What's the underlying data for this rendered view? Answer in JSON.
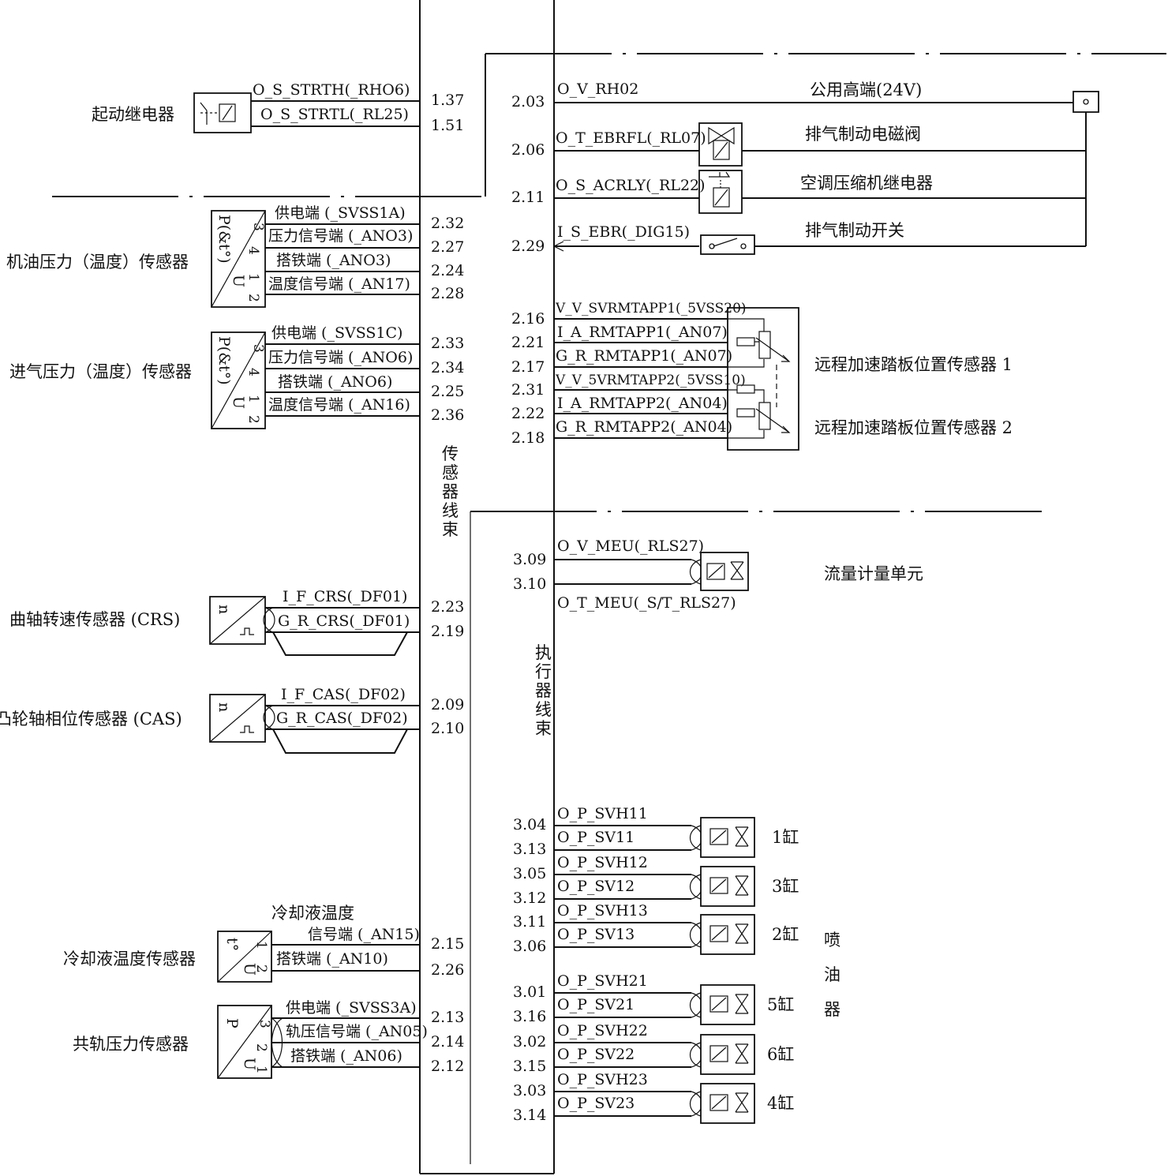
{
  "harness": {
    "sensor": "传感器线束",
    "actuator": "执行器线束"
  },
  "left": {
    "start_relay": {
      "name": "起动继电器",
      "signals": [
        "O_S_STRTH(_RHO6)",
        "O_S_STRTL(_RL25)"
      ],
      "pins": [
        "1.37",
        "1.51"
      ]
    },
    "oil_sensor": {
      "name": "机油压力（温度）传感器",
      "symbol": "P(&t°)",
      "terminals": [
        "3",
        "4",
        "1",
        "2"
      ],
      "unit": "U",
      "signals": [
        "供电端 (_SVSS1A)",
        "压力信号端 (_ANO3)",
        "搭铁端 (_ANO3)",
        "温度信号端 (_AN17)"
      ],
      "pins": [
        "2.32",
        "2.27",
        "2.24",
        "2.28"
      ]
    },
    "intake_sensor": {
      "name": "进气压力（温度）传感器",
      "symbol": "P(&t°)",
      "terminals": [
        "3",
        "4",
        "1",
        "2"
      ],
      "unit": "U",
      "signals": [
        "供电端 (_SVSS1C)",
        "压力信号端 (_ANO6)",
        "搭铁端 (_ANO6)",
        "温度信号端 (_AN16)"
      ],
      "pins": [
        "2.33",
        "2.34",
        "2.25",
        "2.36"
      ]
    },
    "crs": {
      "name": "曲轴转速传感器 (CRS)",
      "symbol": "n",
      "signals": [
        "I_F_CRS(_DF01)",
        "G_R_CRS(_DF01)"
      ],
      "pins": [
        "2.23",
        "2.19"
      ]
    },
    "cas": {
      "name": "凸轮轴相位传感器 (CAS)",
      "symbol": "n",
      "signals": [
        "I_F_CAS(_DF02)",
        "G_R_CAS(_DF02)"
      ],
      "pins": [
        "2.09",
        "2.10"
      ]
    },
    "coolant": {
      "name": "冷却液温度传感器",
      "label_top": "冷却液温度",
      "symbol": "t°",
      "terminals": [
        "1",
        "2"
      ],
      "unit": "U",
      "signals": [
        "信号端 (_AN15)",
        "搭铁端 (_AN10)"
      ],
      "pins": [
        "2.15",
        "2.26"
      ]
    },
    "rail": {
      "name": "共轨压力传感器",
      "symbol": "P",
      "terminals": [
        "3",
        "2",
        "1"
      ],
      "unit": "U",
      "signals": [
        "供电端 (_SVSS3A)",
        "轨压信号端 (_AN05)",
        "搭铁端 (_AN06)"
      ],
      "pins": [
        "2.13",
        "2.14",
        "2.12"
      ]
    }
  },
  "right": {
    "top": {
      "pins": [
        "2.03",
        "2.06",
        "2.11",
        "2.29"
      ],
      "signals": [
        "O_V_RH02",
        "O_T_EBRFL(_RL07)",
        "O_S_ACRLY(_RL22)",
        "I_S_EBR(_DIG15)"
      ],
      "labels": [
        "公用高端(24V)",
        "排气制动电磁阀",
        "空调压缩机继电器",
        "排气制动开关"
      ]
    },
    "pedal": {
      "pins": [
        "2.16",
        "2.21",
        "2.17",
        "2.31",
        "2.22",
        "2.18"
      ],
      "signals": [
        "V_V_SVRMTAPP1(_5VSS20)",
        "I_A_RMTAPP1(_AN07)",
        "G_R_RMTAPP1(_AN07)",
        "V_V_5VRMTAPP2(_5VSS10)",
        "I_A_RMTAPP2(_AN04)",
        "G_R_RMTAPP2(_AN04)"
      ],
      "labels": [
        "远程加速踏板位置传感器 1",
        "远程加速踏板位置传感器 2"
      ]
    },
    "meu": {
      "pins": [
        "3.09",
        "3.10"
      ],
      "signals": [
        "O_V_MEU(_RLS27)",
        "O_T_MEU(_S/T_RLS27)"
      ],
      "label": "流量计量单元"
    },
    "injectors": {
      "label": "喷油器",
      "items": [
        {
          "pins": [
            "3.04",
            "3.13"
          ],
          "signals": [
            "O_P_SVH11",
            "O_P_SV11"
          ],
          "cyl": "1缸"
        },
        {
          "pins": [
            "3.05",
            "3.12"
          ],
          "signals": [
            "O_P_SVH12",
            "O_P_SV12"
          ],
          "cyl": "3缸"
        },
        {
          "pins": [
            "3.11",
            "3.06"
          ],
          "signals": [
            "O_P_SVH13",
            "O_P_SV13"
          ],
          "cyl": "2缸"
        },
        {
          "pins": [
            "3.01",
            "3.16"
          ],
          "signals": [
            "O_P_SVH21",
            "O_P_SV21"
          ],
          "cyl": "5缸"
        },
        {
          "pins": [
            "3.02",
            "3.15"
          ],
          "signals": [
            "O_P_SVH22",
            "O_P_SV22"
          ],
          "cyl": "6缸"
        },
        {
          "pins": [
            "3.03",
            "3.14"
          ],
          "signals": [
            "O_P_SVH23",
            "O_P_SV23"
          ],
          "cyl": "4缸"
        }
      ]
    }
  }
}
